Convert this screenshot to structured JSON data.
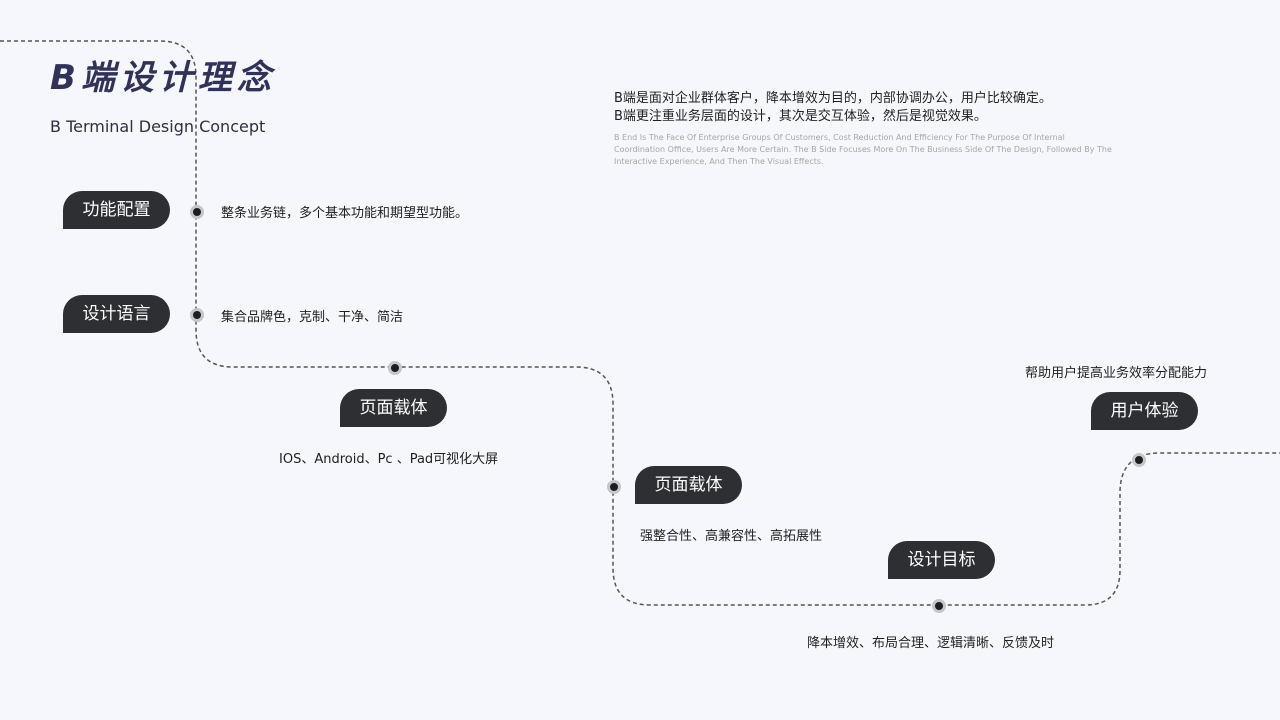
{
  "header": {
    "title": "B端设计理念",
    "subtitle": "B Terminal Design Concept"
  },
  "intro": {
    "cn_line1": "B端是面对企业群体客户，降本增效为目的，内部协调办公，用户比较确定。",
    "cn_line2": "B端更注重业务层面的设计，其次是交互体验，然后是视觉效果。",
    "en": "B End Is The Face Of Enterprise Groups Of Customers, Cost Reduction And Efficiency For The Purpose Of Internal Coordination Office, Users Are More Certain. The B Side Focuses More On The Business Side Of The Design, Followed By The Interactive Experience, And Then The Visual Effects."
  },
  "steps": [
    {
      "label": "功能配置",
      "desc": "整条业务链，多个基本功能和期望型功能。"
    },
    {
      "label": "设计语言",
      "desc": "集合品牌色，克制、干净、简洁"
    },
    {
      "label": "页面载体",
      "desc": "IOS、Android、Pc 、Pad可视化大屏"
    },
    {
      "label": "页面载体",
      "desc": "强整合性、高兼容性、高拓展性"
    },
    {
      "label": "设计目标",
      "desc": "降本增效、布局合理、逻辑清晰、反馈及时"
    },
    {
      "label": "用户体验",
      "desc": "帮助用户提高业务效率分配能力"
    }
  ],
  "colors": {
    "background": "#f6f7fc",
    "title": "#31325a",
    "pill": "#2e2f32",
    "path": "#555555",
    "node_ring": "#c4c6cc"
  }
}
